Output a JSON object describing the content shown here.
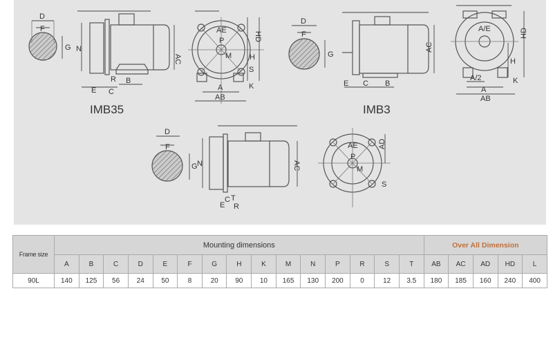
{
  "drawings": {
    "imb35_caption": "IMB35",
    "imb3_caption": "IMB3",
    "labels": {
      "D": "D",
      "F": "F",
      "G": "G",
      "N": "N",
      "AC": "AC",
      "R": "R",
      "B": "B",
      "E": "E",
      "C": "C",
      "T": "T",
      "AE": "AE",
      "P": "P",
      "M": "M",
      "HD": "HD",
      "H": "H",
      "S": "S",
      "A": "A",
      "AB": "AB",
      "K": "K",
      "AD": "AD",
      "A2": "A/2",
      "AE2": "A/E"
    }
  },
  "table": {
    "frame_size_label": "Frame size",
    "mounting_label": "Mounting dimensions",
    "overall_label": "Over All Dimension",
    "overall_color": "#c0703a",
    "columns": [
      "A",
      "B",
      "C",
      "D",
      "E",
      "F",
      "G",
      "H",
      "K",
      "M",
      "N",
      "P",
      "R",
      "S",
      "T",
      "AB",
      "AC",
      "AD",
      "HD",
      "L"
    ],
    "rows": [
      {
        "frame": "90L",
        "values": [
          "140",
          "125",
          "56",
          "24",
          "50",
          "8",
          "20",
          "90",
          "10",
          "165",
          "130",
          "200",
          "0",
          "12",
          "3.5",
          "180",
          "185",
          "160",
          "240",
          "400"
        ]
      }
    ]
  }
}
